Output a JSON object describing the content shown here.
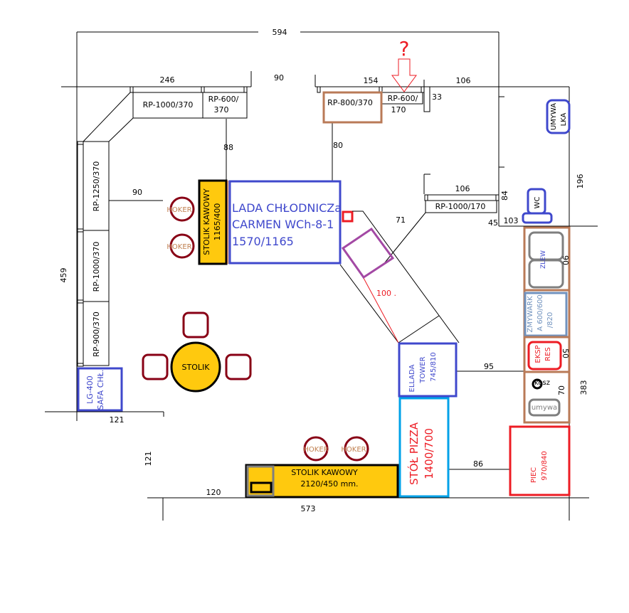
{
  "colors": {
    "line": "#000000",
    "blue": "#3f48cc",
    "lightblue": "#00a2e8",
    "steelblue": "#7092be",
    "brown": "#b97a57",
    "red": "#ed1c24",
    "purple": "#a349a4",
    "maroon": "#880015",
    "yellow": "#ffc90e",
    "gray": "#7f7f7f",
    "hoker_text": "#c08050"
  },
  "dimensions": {
    "d594": "594",
    "d246": "246",
    "d90_top": "90",
    "d154": "154",
    "d106_top": "106",
    "d33": "33",
    "d88": "88",
    "d80": "80",
    "d90_left": "90",
    "d106_mid": "106",
    "d84": "84",
    "d45": "45",
    "d103": "103",
    "d196": "196",
    "d71": "71",
    "d100": "100 .",
    "d459": "459",
    "d121_bottom": "121",
    "d121_left": "121",
    "d120": "120",
    "d573": "573",
    "d95": "95",
    "d86": "86",
    "d383": "383",
    "d90_sink": "90",
    "d50": "50",
    "d70": "70"
  },
  "question_mark": "?",
  "shelves": {
    "rp1000_370_top": "RP-1000/370",
    "rp600_370_l1": "RP-600/",
    "rp600_370_l2": "370",
    "rp800_370": "RP-800/370",
    "rp600_170_l1": "RP-600/",
    "rp600_170_l2": "170",
    "rp1000_170": "RP-1000/170",
    "rp1250_370": "RP-1250/370",
    "rp1000_370_left": "RP-1000/370",
    "rp900_370": "RP-900/370"
  },
  "equipment": {
    "lg400_l1": "LG-400",
    "lg400_l2": "SAFA CHŁ.",
    "lada_l1": "LADA CHŁODNICZa",
    "lada_l2": "CARMEN WCh-8-1",
    "lada_l3": "1570/1165",
    "stolik_kawowy_v_l1": "STOLIK KAWOWY",
    "stolik_kawowy_v_l2": "1165/400",
    "hoker": "HOKER",
    "stolik": "STOLIK",
    "stolik_kawowy_h_l1": "STOLIK KAWOWY",
    "stolik_kawowy_h_l2": "2120/450 mm.",
    "elada_l1": "ELLADA",
    "elada_l2": "TOWER",
    "elada_l3": "745/810",
    "pizza_l1": "STÓŁ PIZZA",
    "pizza_l2": "1400/700",
    "piec_l1": "PIEC",
    "piec_l2": "970/840",
    "umywalka_l1": "UMYWA",
    "umywalka_l2": "LKA",
    "wc": "WC",
    "zlew": "ZLEW",
    "zmywarka_l1": "ZMYWARK",
    "zmywarka_l2": "A 600/600",
    "zmywarka_l3": "/820",
    "ekspres_l1": "EKSP",
    "ekspres_l2": "RES",
    "kosz": "kosz",
    "umywa": "umywa"
  }
}
